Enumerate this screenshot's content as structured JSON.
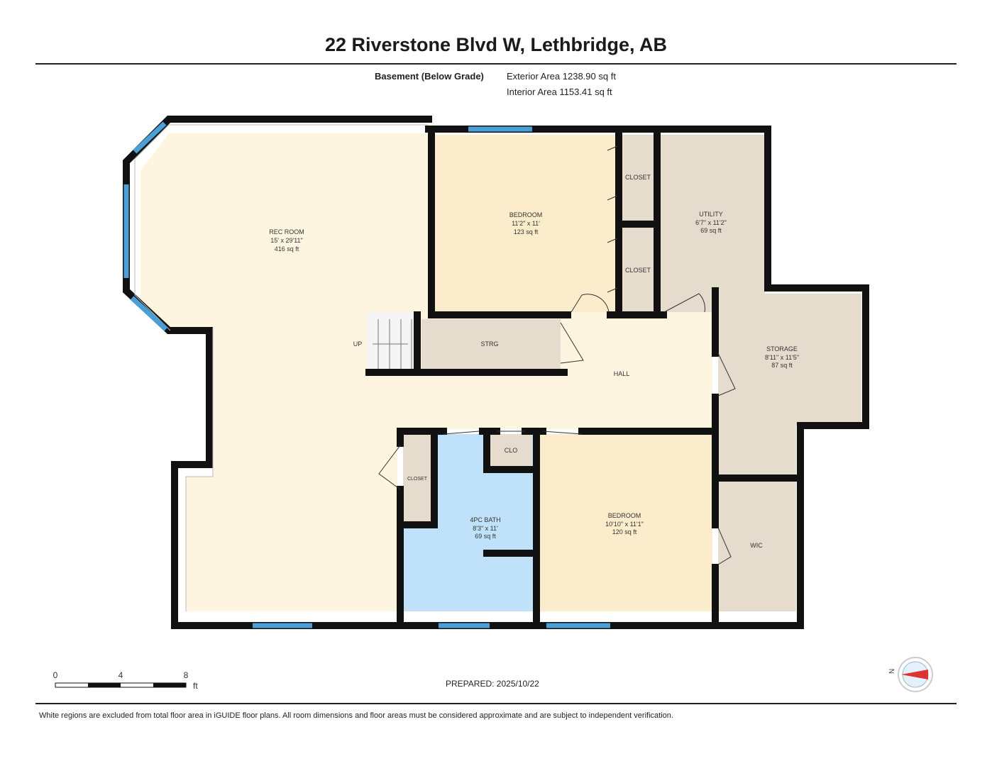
{
  "title": "22 Riverstone Blvd W, Lethbridge, AB",
  "floor": {
    "name": "Basement (Below Grade)",
    "exterior_area": "Exterior Area 1238.90 sq ft",
    "interior_area": "Interior Area 1153.41 sq ft"
  },
  "rooms": {
    "rec": {
      "name": "REC ROOM",
      "dims": "15' x 29'11\"",
      "area": "416 sq ft"
    },
    "bed1": {
      "name": "BEDROOM",
      "dims": "11'2\" x 11'",
      "area": "123 sq ft"
    },
    "closet1": {
      "name": "CLOSET"
    },
    "closet2": {
      "name": "CLOSET"
    },
    "utility": {
      "name": "UTILITY",
      "dims": "6'7\" x 11'2\"",
      "area": "69 sq ft"
    },
    "storage": {
      "name": "STORAGE",
      "dims": "8'11\" x 11'5\"",
      "area": "87 sq ft"
    },
    "strg": {
      "name": "STRG"
    },
    "hall": {
      "name": "HALL"
    },
    "up": {
      "name": "UP"
    },
    "closet3": {
      "name": "CLOSET"
    },
    "clo": {
      "name": "CLO"
    },
    "bath": {
      "name": "4PC BATH",
      "dims": "8'3\" x 11'",
      "area": "69 sq ft"
    },
    "bed2": {
      "name": "BEDROOM",
      "dims": "10'10\" x 11'1\"",
      "area": "120 sq ft"
    },
    "wic": {
      "name": "WIC"
    }
  },
  "scale": {
    "labels": [
      "0",
      "4",
      "8"
    ],
    "unit": "ft"
  },
  "prepared": "PREPARED:  2025/10/22",
  "compass": "N",
  "disclaimer": "White regions are excluded from total floor area in iGUIDE floor plans. All room dimensions and floor areas must be considered approximate and are subject to independent verification.",
  "colors": {
    "cream": "#fdf5df",
    "bedroom": "#fbeccb",
    "tan": "#e5dccd",
    "bath": "#bfe1f9",
    "window": "#4a9fd6",
    "wall": "#111111"
  }
}
